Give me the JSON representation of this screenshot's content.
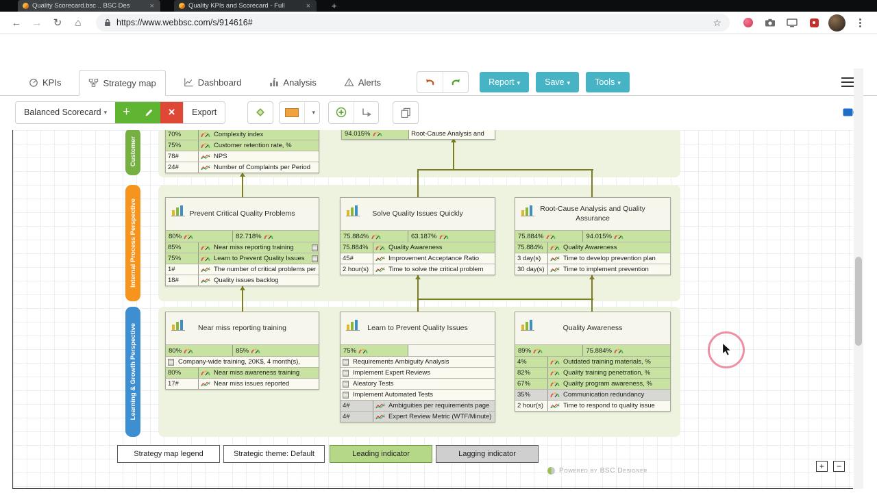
{
  "browser": {
    "tabs": [
      {
        "title": "Quality Scorecard.bsc .. BSC Des"
      },
      {
        "title": "Quality KPIs and Scorecard - Full"
      }
    ],
    "url": "https://www.webbsc.com/s/914616#"
  },
  "nav": {
    "tabs": [
      {
        "label": "KPIs"
      },
      {
        "label": "Strategy map"
      },
      {
        "label": "Dashboard"
      },
      {
        "label": "Analysis"
      },
      {
        "label": "Alerts"
      }
    ],
    "active_tab": "Strategy map",
    "report": "Report",
    "save": "Save",
    "tools": "Tools"
  },
  "subbar": {
    "scorecard": "Balanced Scorecard",
    "export": "Export"
  },
  "map": {
    "perspectives": [
      {
        "label": "Customer",
        "color": "#76b043"
      },
      {
        "label": "Internal Process Perspective",
        "color": "#f7941d"
      },
      {
        "label": "Learning & Growth Perspective",
        "color": "#3d8fd1"
      }
    ],
    "cards": [
      {
        "id": "customer",
        "title": "",
        "rows": [
          {
            "v": "70%",
            "label": "Complexity index",
            "bg": "green",
            "icon": "gauge"
          },
          {
            "v": "75%",
            "label": "Customer retention rate, %",
            "bg": "green",
            "icon": "gauge"
          },
          {
            "v": "78#",
            "label": "NPS",
            "bg": "white",
            "icon": "trend"
          },
          {
            "v": "24#",
            "label": "Number of Complaints per Period",
            "bg": "white",
            "icon": "trend"
          }
        ]
      },
      {
        "id": "topright",
        "title": "",
        "rows": [
          {
            "type": "split",
            "v": "94.015%",
            "label": "Root-Cause Analysis and",
            "bg": "green"
          }
        ]
      },
      {
        "id": "prevent",
        "title": "Prevent Critical Quality Problems",
        "rows": [
          {
            "type": "dual",
            "v": "80%",
            "v2": "82.718%",
            "bg": "green"
          },
          {
            "v": "85%",
            "label": "Near miss reporting training",
            "bg": "green",
            "icon": "gauge",
            "right_icon": true
          },
          {
            "v": "75%",
            "label": "Learn to Prevent Quality Issues",
            "bg": "green",
            "icon": "gauge",
            "right_icon": true
          },
          {
            "v": "1#",
            "label": "The number of critical problems per",
            "bg": "white",
            "icon": "trend"
          },
          {
            "v": "18#",
            "label": "Quality issues backlog",
            "bg": "white",
            "icon": "trend"
          }
        ]
      },
      {
        "id": "solve",
        "title": "Solve Quality Issues Quickly",
        "rows": [
          {
            "type": "dual",
            "v": "75.884%",
            "v2": "63.187%",
            "bg": "green"
          },
          {
            "v": "75.884%",
            "label": "Quality Awareness",
            "bg": "green",
            "icon": "gauge"
          },
          {
            "v": "45#",
            "label": "Improvement Acceptance Ratio",
            "bg": "white",
            "icon": "trend"
          },
          {
            "v": "2 hour(s)",
            "label": "Time to solve the critical problem",
            "bg": "white",
            "icon": "trend"
          }
        ]
      },
      {
        "id": "rootcause",
        "title": "Root-Cause Analysis and Quality Assurance",
        "rows": [
          {
            "type": "dual",
            "v": "75.884%",
            "v2": "94.015%",
            "bg": "green"
          },
          {
            "v": "75.884%",
            "label": "Quality Awareness",
            "bg": "green",
            "icon": "gauge"
          },
          {
            "v": "3 day(s)",
            "label": "Time to develop prevention plan",
            "bg": "white",
            "icon": "trend"
          },
          {
            "v": "30 day(s)",
            "label": "Time to implement prevention",
            "bg": "white",
            "icon": "trend"
          }
        ]
      },
      {
        "id": "nearmiss",
        "title": "Near miss reporting training",
        "rows": [
          {
            "type": "dual",
            "v": "80%",
            "v2": "85%",
            "bg": "green"
          },
          {
            "label": "Company-wide training, 20K$, 4 month(s),",
            "bg": "white",
            "icon": "box"
          },
          {
            "v": "80%",
            "label": "Near miss awareness training",
            "bg": "green",
            "icon": "gauge"
          },
          {
            "v": "17#",
            "label": "Near miss issues reported",
            "bg": "white",
            "icon": "trend"
          }
        ]
      },
      {
        "id": "learn",
        "title": "Learn to Prevent Quality Issues",
        "rows": [
          {
            "type": "dual",
            "v": "75%",
            "v2": null,
            "bg": "green"
          },
          {
            "label": "Requirements Ambiguity Analysis",
            "bg": "white",
            "icon": "box"
          },
          {
            "label": "Implement Expert Reviews",
            "bg": "white",
            "icon": "box"
          },
          {
            "label": "Aleatory Tests",
            "bg": "white",
            "icon": "box"
          },
          {
            "label": "Implement Automated Tests",
            "bg": "white",
            "icon": "box"
          },
          {
            "v": "4#",
            "label": "Ambiguities per requirements page",
            "bg": "gray",
            "icon": "trend"
          },
          {
            "v": "4#",
            "label": "Expert Review Metric (WTF/Minute)",
            "bg": "gray",
            "icon": "trend"
          }
        ]
      },
      {
        "id": "awareness",
        "title": "Quality Awareness",
        "rows": [
          {
            "type": "dual",
            "v": "89%",
            "v2": "75.884%",
            "bg": "green"
          },
          {
            "v": "4%",
            "label": "Outdated training materials, %",
            "bg": "green",
            "icon": "gauge"
          },
          {
            "v": "82%",
            "label": "Quality training penetration, %",
            "bg": "green",
            "icon": "gauge"
          },
          {
            "v": "67%",
            "label": "Quality program awareness, %",
            "bg": "green",
            "icon": "gauge"
          },
          {
            "v": "35%",
            "label": "Communication redundancy",
            "bg": "gray",
            "icon": "gauge"
          },
          {
            "v": "2 hour(s)",
            "label": "Time to respond to quality issue",
            "bg": "white",
            "icon": "trend"
          }
        ]
      }
    ],
    "legend": [
      {
        "label": "Strategy map legend",
        "type": "plain"
      },
      {
        "label": "Strategic theme: Default",
        "type": "plain"
      },
      {
        "label": "Leading indicator",
        "type": "leading"
      },
      {
        "label": "Lagging indicator",
        "type": "lagging"
      }
    ],
    "powered_by": "Powered by BSC Designer",
    "zoom_in": "+",
    "zoom_out": "−"
  }
}
